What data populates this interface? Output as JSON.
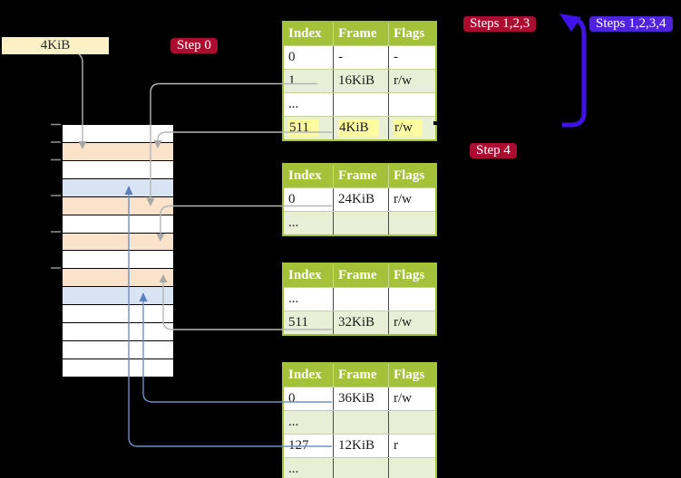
{
  "figure": {
    "frame_box_label": "4KiB",
    "badges": {
      "step0": "Step 0",
      "steps123": "Steps 1,2,3",
      "steps1234": "Steps 1,2,3,4",
      "step4": "Step 4"
    },
    "memory": {
      "row_colors": [
        "white",
        "orange",
        "white",
        "blue",
        "orange",
        "white",
        "orange",
        "white",
        "orange",
        "blue",
        "white",
        "white",
        "white",
        "white"
      ]
    },
    "tables": [
      {
        "headers": [
          "Index",
          "Frame",
          "Flags"
        ],
        "rows": [
          {
            "cells": [
              "0",
              "-",
              "-"
            ],
            "highlighted": false
          },
          {
            "cells": [
              "1",
              "16KiB",
              "r/w"
            ],
            "highlighted": false
          },
          {
            "cells": [
              "...",
              "",
              ""
            ],
            "highlighted": false
          },
          {
            "cells": [
              "511",
              "4KiB",
              "r/w"
            ],
            "highlighted": true
          }
        ]
      },
      {
        "headers": [
          "Index",
          "Frame",
          "Flags"
        ],
        "rows": [
          {
            "cells": [
              "0",
              "24KiB",
              "r/w"
            ],
            "highlighted": false
          },
          {
            "cells": [
              "...",
              "",
              ""
            ],
            "highlighted": false
          }
        ]
      },
      {
        "headers": [
          "Index",
          "Frame",
          "Flags"
        ],
        "rows": [
          {
            "cells": [
              "...",
              "",
              ""
            ],
            "highlighted": false
          },
          {
            "cells": [
              "511",
              "32KiB",
              "r/w"
            ],
            "highlighted": false
          }
        ]
      },
      {
        "headers": [
          "Index",
          "Frame",
          "Flags"
        ],
        "rows": [
          {
            "cells": [
              "0",
              "36KiB",
              "r/w"
            ],
            "highlighted": false
          },
          {
            "cells": [
              "...",
              "",
              ""
            ],
            "highlighted": false
          },
          {
            "cells": [
              "127",
              "12KiB",
              "r"
            ],
            "highlighted": false
          },
          {
            "cells": [
              "...",
              "",
              ""
            ],
            "highlighted": false
          }
        ]
      }
    ],
    "colors": {
      "background": "#000000",
      "table_header_green": "#a3c139",
      "table_row_green": "#e9efd6",
      "highlight_yellow": "#fdfba2",
      "badge_red": "#ab0d31",
      "badge_blue": "#4f22dd",
      "loop_arrow_blue": "#3f13e8",
      "connector_gray": "#b5b5b5",
      "connector_blue": "#6e90c5",
      "memory_frame_orange": "#fbe3cb",
      "memory_frame_blue": "#d8e4f4",
      "note_cream": "#fcf0c7"
    }
  }
}
